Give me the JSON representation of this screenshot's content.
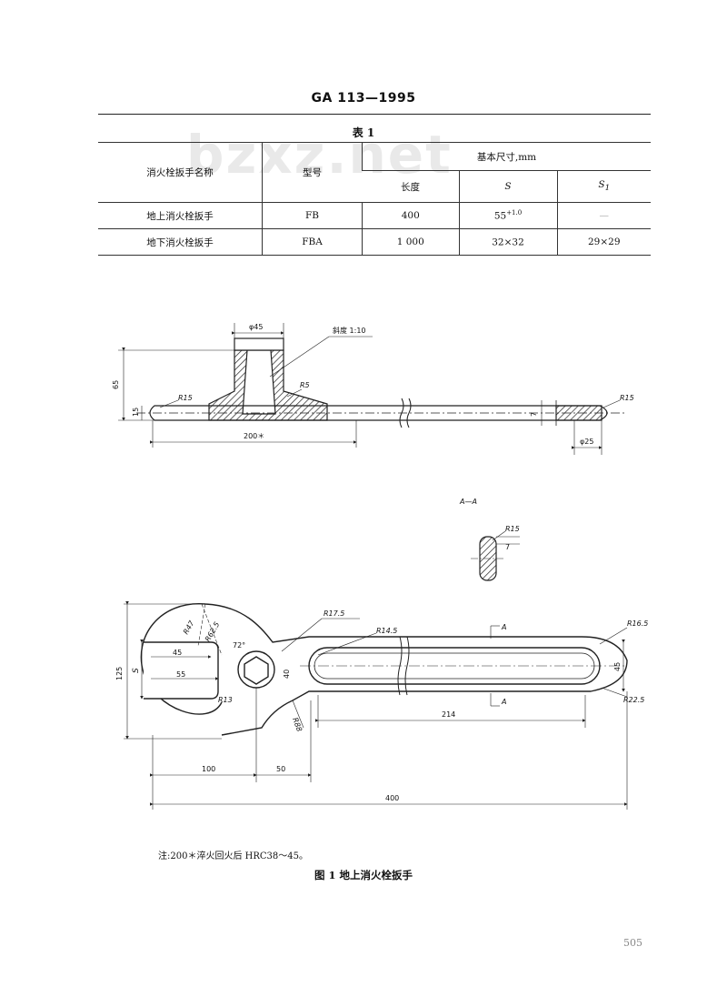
{
  "header": {
    "standard_no": "GA 113—1995"
  },
  "table": {
    "caption": "表 1",
    "headers": {
      "name": "消火栓扳手名称",
      "model": "型号",
      "basic_dims": "基本尺寸,mm",
      "length": "长度",
      "s": "S",
      "s1_base": "S",
      "s1_sub": "1"
    },
    "rows": [
      {
        "name": "地上消火栓扳手",
        "model": "FB",
        "length": "400",
        "s_base": "55",
        "s_sup": "+1.0",
        "s1": "—"
      },
      {
        "name": "地下消火栓扳手",
        "model": "FBA",
        "length": "1 000",
        "s_base": "32×32",
        "s_sup": "",
        "s1": "29×29"
      }
    ]
  },
  "watermark": "bzxz.net",
  "drawing": {
    "side_view": {
      "phi45": "φ45",
      "taper": "斜度 1:10",
      "r5": "R5",
      "r15_left": "R15",
      "r15_right": "R15",
      "h65": "65",
      "h15": "15",
      "w200": "200＊",
      "d7": "7",
      "phi25": "φ25"
    },
    "section": {
      "title": "A—A",
      "r15": "R15",
      "t7": "7"
    },
    "plan_view": {
      "r17_5": "R17.5",
      "r47": "R47",
      "r62_5": "R62.5",
      "a72": "72°",
      "d45": "45",
      "d55": "55",
      "s": "S",
      "h125": "125",
      "r13": "R13",
      "d40": "40",
      "r88": "R88",
      "r14_5": "R14.5",
      "a_top": "A",
      "a_bottom": "A",
      "r16_5": "R16.5",
      "d45_right": "45",
      "r22_5": "R22.5",
      "l214": "214",
      "l100": "100",
      "l50": "50",
      "l400": "400"
    }
  },
  "note": "注:200＊淬火回火后 HRC38～45。",
  "figure_caption": "图 1   地上消火栓扳手",
  "page_number": "505"
}
